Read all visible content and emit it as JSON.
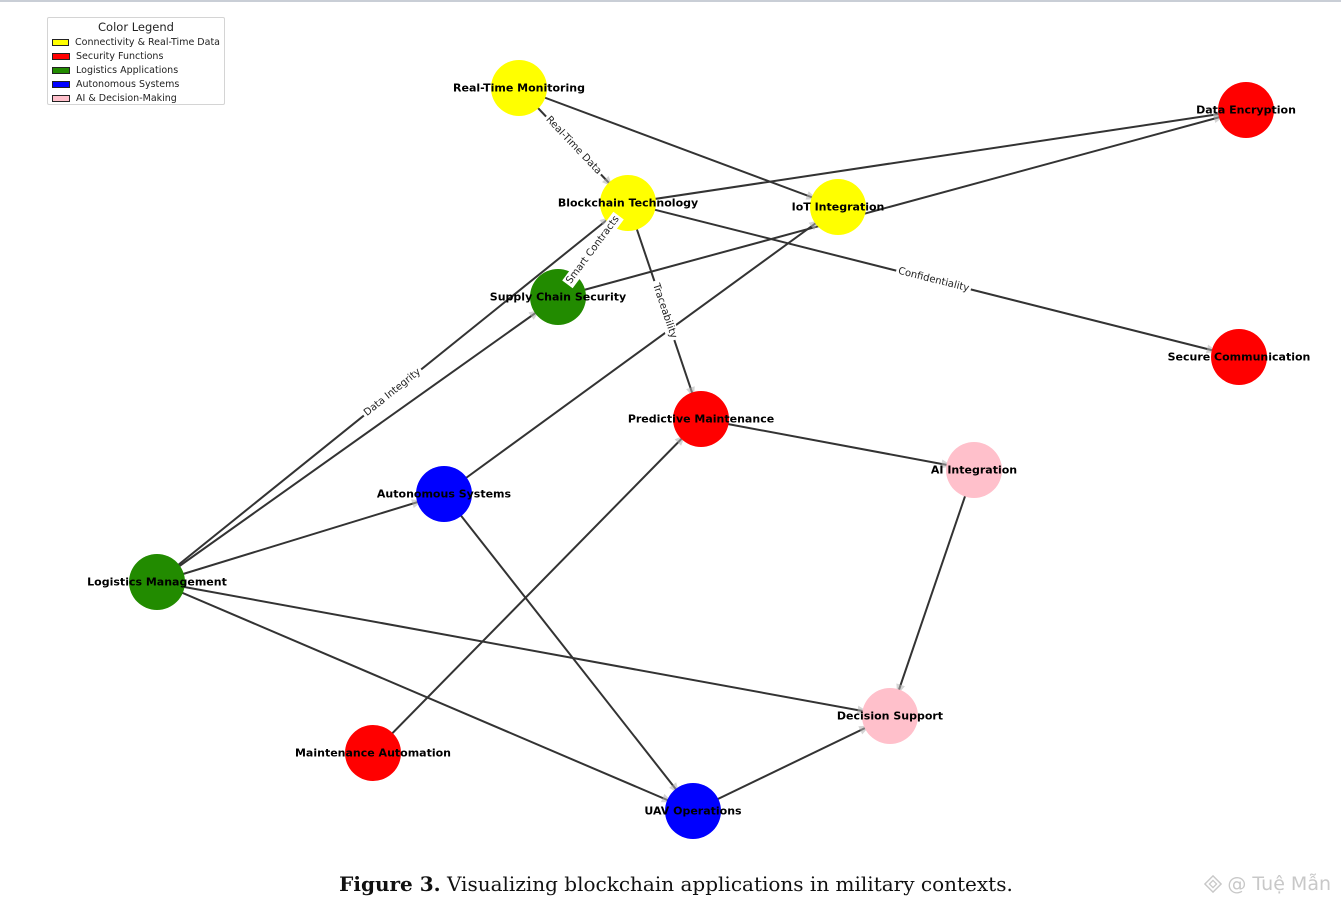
{
  "legend": {
    "title": "Color Legend",
    "items": [
      {
        "label": "Connectivity & Real-Time Data",
        "color": "#ffff00"
      },
      {
        "label": "Security Functions",
        "color": "#ff0000"
      },
      {
        "label": "Logistics Applications",
        "color": "#228b00"
      },
      {
        "label": "Autonomous Systems",
        "color": "#0000ff"
      },
      {
        "label": "AI & Decision-Making",
        "color": "#ffc0cb"
      }
    ]
  },
  "nodes": [
    {
      "id": "rtm",
      "label": "Real-Time Monitoring",
      "category": 0
    },
    {
      "id": "bt",
      "label": "Blockchain Technology",
      "category": 0
    },
    {
      "id": "iot",
      "label": "IoT Integration",
      "category": 0
    },
    {
      "id": "de",
      "label": "Data Encryption",
      "category": 1
    },
    {
      "id": "sc",
      "label": "Secure Communication",
      "category": 1
    },
    {
      "id": "scs",
      "label": "Supply Chain Security",
      "category": 2
    },
    {
      "id": "pm",
      "label": "Predictive Maintenance",
      "category": 1
    },
    {
      "id": "ai",
      "label": "AI Integration",
      "category": 4
    },
    {
      "id": "as",
      "label": "Autonomous Systems",
      "category": 3
    },
    {
      "id": "lm",
      "label": "Logistics Management",
      "category": 2
    },
    {
      "id": "ds",
      "label": "Decision Support",
      "category": 4
    },
    {
      "id": "ma",
      "label": "Maintenance Automation",
      "category": 1
    },
    {
      "id": "uav",
      "label": "UAV Operations",
      "category": 3
    }
  ],
  "edges": [
    {
      "from": "rtm",
      "to": "bt",
      "label": "Real-Time Data"
    },
    {
      "from": "rtm",
      "to": "iot",
      "label": ""
    },
    {
      "from": "bt",
      "to": "de",
      "label": ""
    },
    {
      "from": "bt",
      "to": "sc",
      "label": "Confidentiality"
    },
    {
      "from": "bt",
      "to": "pm",
      "label": "Traceability"
    },
    {
      "from": "scs",
      "to": "bt",
      "label": "Smart Contracts"
    },
    {
      "from": "lm",
      "to": "bt",
      "label": "Data Integrity"
    },
    {
      "from": "scs",
      "to": "de",
      "label": ""
    },
    {
      "from": "lm",
      "to": "scs",
      "label": ""
    },
    {
      "from": "as",
      "to": "iot",
      "label": ""
    },
    {
      "from": "lm",
      "to": "as",
      "label": ""
    },
    {
      "from": "as",
      "to": "uav",
      "label": ""
    },
    {
      "from": "lm",
      "to": "uav",
      "label": ""
    },
    {
      "from": "lm",
      "to": "ds",
      "label": ""
    },
    {
      "from": "uav",
      "to": "ds",
      "label": ""
    },
    {
      "from": "ai",
      "to": "ds",
      "label": ""
    },
    {
      "from": "pm",
      "to": "ai",
      "label": ""
    },
    {
      "from": "ma",
      "to": "pm",
      "label": ""
    }
  ],
  "caption": {
    "prefix": "Figure 3.",
    "text": " Visualizing blockchain applications in military contexts."
  },
  "watermark": {
    "text": "@ Tuệ Mẫn"
  }
}
